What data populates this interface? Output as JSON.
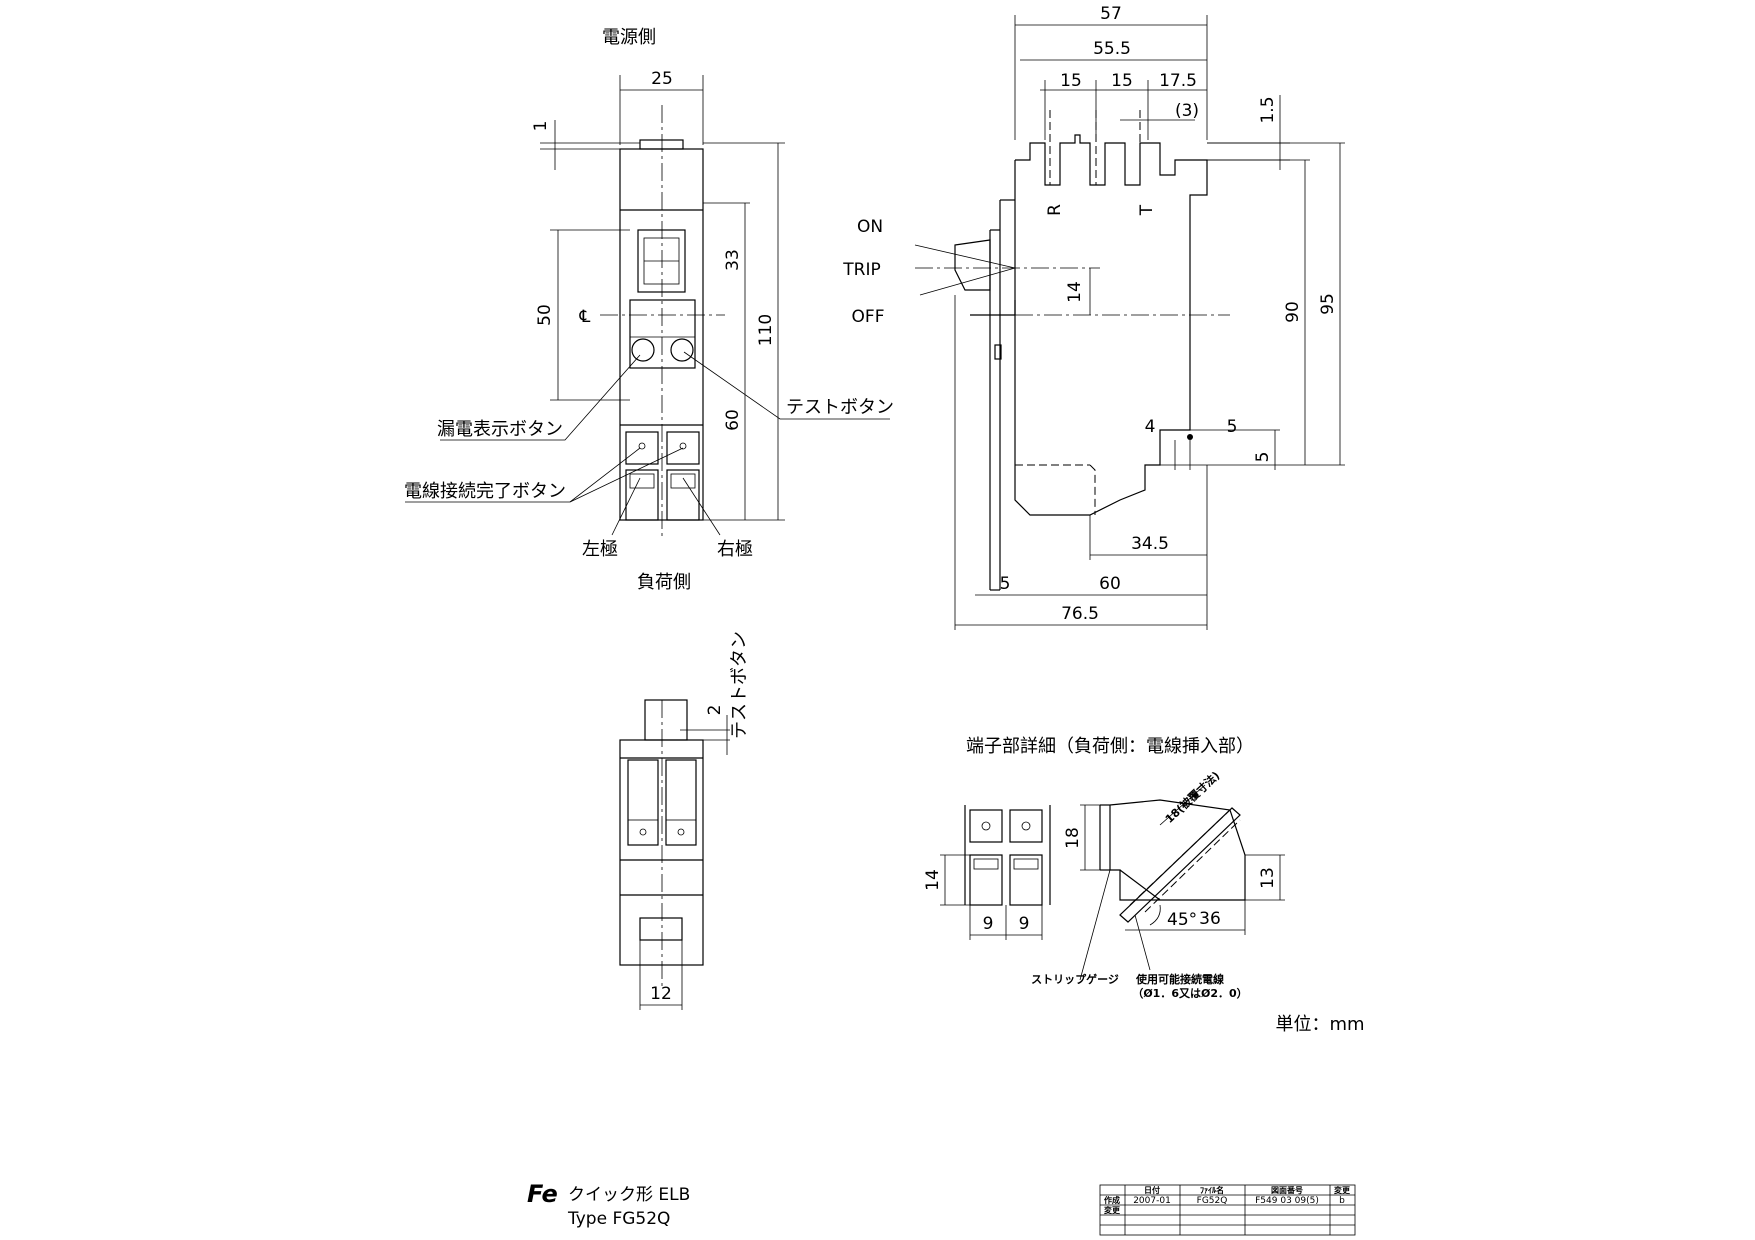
{
  "front_view": {
    "top_side_label": "電源側",
    "bottom_side_label": "負荷側",
    "centerline_symbol": "℄",
    "dims": {
      "width": "25",
      "top_step": "1",
      "height_50": "50",
      "d33": "33",
      "d60": "60",
      "d110": "110"
    },
    "callouts": {
      "leak_indicator": "漏電表示ボタン",
      "wire_complete": "電線接続完了ボタン",
      "test_button": "テストボタン",
      "left_pole": "左極",
      "right_pole": "右極"
    }
  },
  "side_view": {
    "handle_labels": {
      "on": "ON",
      "trip": "TRIP",
      "off": "OFF"
    },
    "terminal_labels": {
      "r": "R",
      "t": "T"
    },
    "dims": {
      "d57": "57",
      "d55_5": "55.5",
      "d15a": "15",
      "d15b": "15",
      "d17_5": "17.5",
      "d3": "(3)",
      "d1_5": "1.5",
      "d14": "14",
      "d90": "90",
      "d95": "95",
      "d4": "4",
      "d5a": "5",
      "d5b": "5",
      "d34_5": "34.5",
      "d5c": "5",
      "d60": "60",
      "d76_5": "76.5"
    }
  },
  "bottom_view": {
    "test_button_label": "テストボタン",
    "dims": {
      "d2": "2",
      "d12": "12"
    }
  },
  "terminal_detail": {
    "title": "端子部詳細（負荷側：電線挿入部）",
    "dims": {
      "d14": "14",
      "d9a": "9",
      "d9b": "9",
      "d18": "18",
      "d13": "13",
      "d36": "36",
      "angle": "45°",
      "strip_len": "18(被覆寸法)"
    },
    "strip_gauge_label": "ストリップゲージ",
    "wire_label_line1": "使用可能接続電線",
    "wire_label_line2": "（Ø1．6又はØ2．0）"
  },
  "unit_label": "単位：mm",
  "product": {
    "logo": "Fe",
    "name_line1": "クイック形 ELB",
    "name_line2": "Type  FG52Q"
  },
  "title_block": {
    "headers": [
      "",
      "日付",
      "ﾌｧｲﾙ名",
      "図面番号",
      "変更"
    ],
    "rows": [
      [
        "作成",
        "2007-01",
        "FG52Q",
        "F549 03 09(5)",
        "b"
      ],
      [
        "変更",
        "",
        "",
        "",
        ""
      ]
    ]
  },
  "colors": {
    "line": "#000000",
    "background": "#ffffff"
  }
}
